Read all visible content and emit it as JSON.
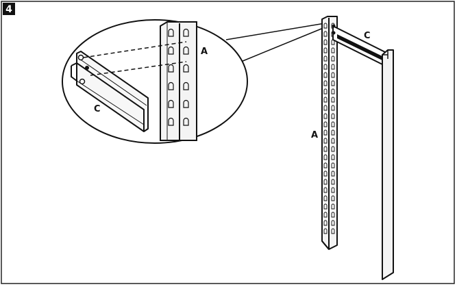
{
  "step": {
    "number": "4"
  },
  "labels": {
    "upright": "A",
    "beam": "C"
  },
  "colors": {
    "ink": "#111111",
    "panel": "#f3f3f3",
    "background": "#ffffff"
  }
}
